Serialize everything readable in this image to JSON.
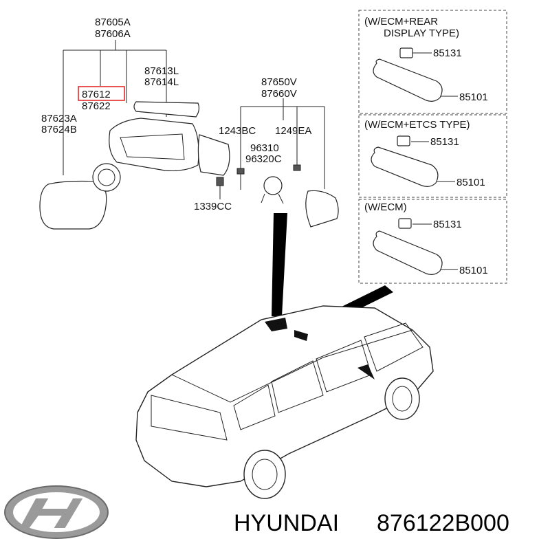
{
  "labels": {
    "mirror_assy_a": "87605A",
    "mirror_assy_b": "87606A",
    "cover_a": "87613L",
    "cover_b": "87614L",
    "actuator_hl": "87612",
    "actuator_b": "87622",
    "glass_a": "87623A",
    "glass_b": "87624B",
    "inside_mirror_a": "87650V",
    "inside_mirror_b": "87660V",
    "bolt_a": "1243BC",
    "bolt_b": "1249EA",
    "sensor_a": "96310",
    "sensor_b": "96320C",
    "screw": "1339CC"
  },
  "variants": [
    {
      "title_1": "(W/ECM+REAR",
      "title_2": "DISPLAY TYPE)",
      "part_a": "85131",
      "part_b": "85101"
    },
    {
      "title_1": "(W/ECM+ETCS TYPE)",
      "part_a": "85131",
      "part_b": "85101"
    },
    {
      "title_1": "(W/ECM)",
      "part_a": "85131",
      "part_b": "85101"
    }
  ],
  "footer": {
    "brand": "HYUNDAI",
    "part_number": "876122B000"
  },
  "colors": {
    "highlight": "#e01a1a",
    "ink": "#111111"
  },
  "logo": "hyundai-logo"
}
